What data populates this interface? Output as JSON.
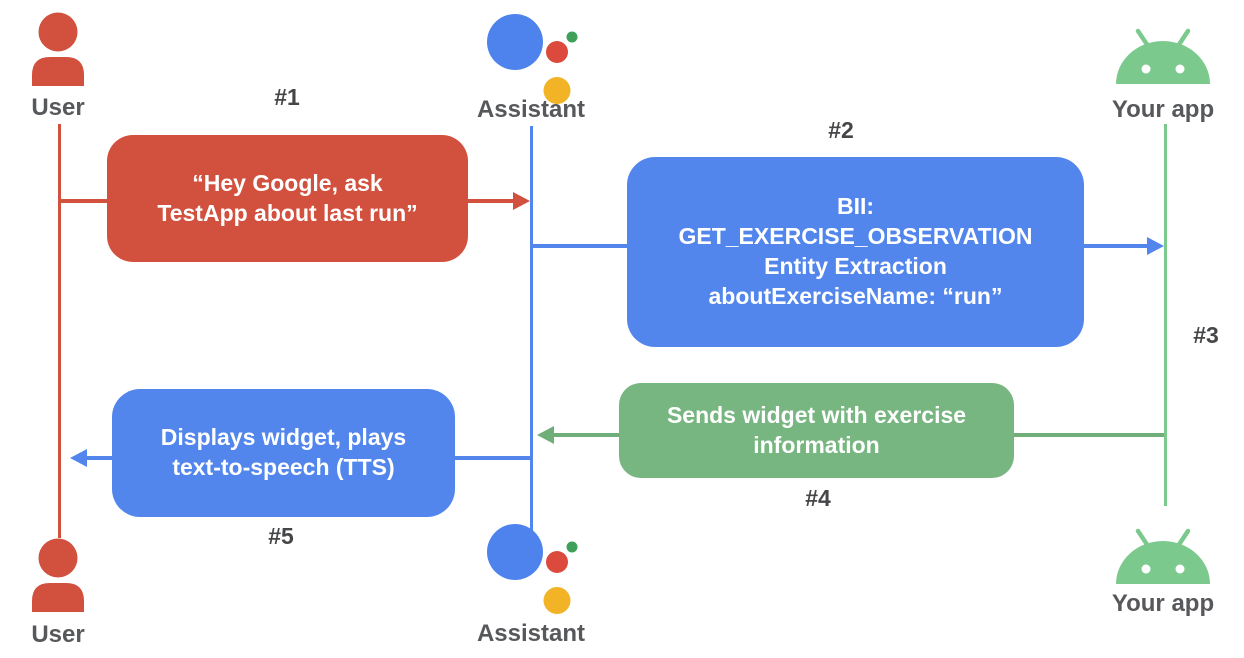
{
  "diagram": {
    "type": "sequence",
    "colors": {
      "red": "#D2503E",
      "blue": "#5286EC",
      "green_box": "#78B681",
      "green_arrow": "#6FAE78",
      "green_android": "#7CC98E",
      "assistant_logo_blue": "#4E83EE",
      "assistant_logo_red": "#DB4A3C",
      "assistant_logo_yellow": "#F2B327",
      "assistant_logo_green": "#3FA05A",
      "actor_label_gray": "#57585B",
      "step_label_gray": "#454648"
    }
  },
  "actors": {
    "user_top": {
      "label": "User"
    },
    "assistant_top": {
      "label": "Assistant"
    },
    "app_top": {
      "label": "Your app"
    },
    "user_bottom": {
      "label": "User"
    },
    "assistant_bottom": {
      "label": "Assistant"
    },
    "app_bottom": {
      "label": "Your app"
    }
  },
  "steps": {
    "s1": {
      "label": "#1"
    },
    "s2": {
      "label": "#2"
    },
    "s3": {
      "label": "#3"
    },
    "s4": {
      "label": "#4"
    },
    "s5": {
      "label": "#5"
    }
  },
  "messages": {
    "m1": {
      "step": "#1",
      "from": "User",
      "to": "Assistant",
      "direction": "right",
      "text": "“Hey Google, ask\nTestApp about last run”"
    },
    "m2": {
      "step": "#2",
      "from": "Assistant",
      "to": "Your app",
      "direction": "right",
      "text": "BII:\nGET_EXERCISE_OBSERVATION\nEntity Extraction\naboutExerciseName: “run”"
    },
    "m4": {
      "step": "#4",
      "from": "Your app",
      "to": "Assistant",
      "direction": "left",
      "text": "Sends widget with exercise\ninformation"
    },
    "m5": {
      "step": "#5",
      "from": "Assistant",
      "to": "User",
      "direction": "left",
      "text": "Displays widget, plays\ntext-to-speech (TTS)"
    }
  }
}
